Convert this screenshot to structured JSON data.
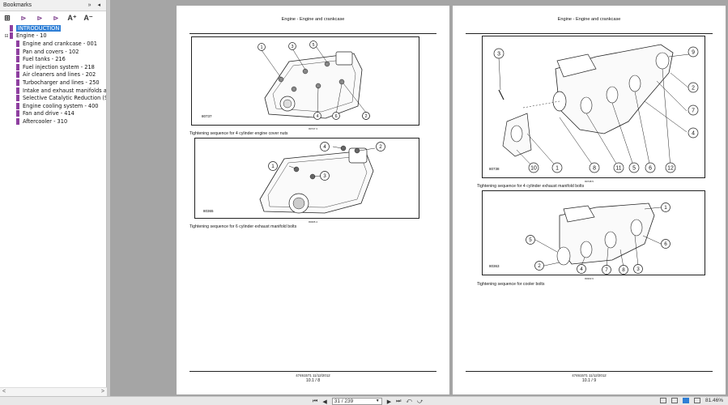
{
  "sidebar": {
    "title": "Bookmarks",
    "header_controls": "»  ◂",
    "tools": [
      "⊞",
      "⊳",
      "⊳",
      "⊳",
      "A⁺",
      "A⁻"
    ],
    "items": [
      {
        "label": "INTRODUCTION",
        "level": 0,
        "selected": true,
        "expander": ""
      },
      {
        "label": "Engine - 10",
        "level": 0,
        "selected": false,
        "expander": "⊟"
      },
      {
        "label": "Engine and crankcase - 001",
        "level": 1,
        "selected": false,
        "expander": ""
      },
      {
        "label": "Pan and covers - 102",
        "level": 1,
        "selected": false,
        "expander": ""
      },
      {
        "label": "Fuel tanks - 216",
        "level": 1,
        "selected": false,
        "expander": ""
      },
      {
        "label": "Fuel injection system - 218",
        "level": 1,
        "selected": false,
        "expander": ""
      },
      {
        "label": "Air cleaners and lines - 202",
        "level": 1,
        "selected": false,
        "expander": ""
      },
      {
        "label": "Turbocharger and lines - 250",
        "level": 1,
        "selected": false,
        "expander": ""
      },
      {
        "label": "Intake and exhaust manifolds and",
        "level": 1,
        "selected": false,
        "expander": ""
      },
      {
        "label": "Selective Catalytic Reduction (SCR",
        "level": 1,
        "selected": false,
        "expander": ""
      },
      {
        "label": "Engine cooling system - 400",
        "level": 1,
        "selected": false,
        "expander": ""
      },
      {
        "label": "Fan and drive - 414",
        "level": 1,
        "selected": false,
        "expander": ""
      },
      {
        "label": "Aftercooler - 310",
        "level": 1,
        "selected": false,
        "expander": ""
      }
    ],
    "scroll_left": "<",
    "scroll_right": ">"
  },
  "page_left": {
    "header": "Engine - Engine and crankcase",
    "figures": [
      {
        "id": "80737",
        "code": "80737  3",
        "caption": "Tightening sequence for 4 cylinder engine cover nuts",
        "callouts": [
          "1",
          "3",
          "5",
          "2",
          "4",
          "6",
          "2"
        ]
      },
      {
        "id": "80365",
        "code": "80365  4",
        "caption": "Tightening sequence for 6 cylinder exhaust manifold bolts",
        "callouts": [
          "4",
          "2",
          "1",
          "3"
        ]
      }
    ],
    "footer_code": "47461571 11/12/2012",
    "footer_page": "10.1 / 8"
  },
  "page_right": {
    "header": "Engine - Engine and crankcase",
    "figures": [
      {
        "id": "80738",
        "code": "80738  5",
        "caption": "Tightening sequence for 4 cylinder exhaust manifold bolts",
        "callouts": [
          "3",
          "9",
          "2",
          "7",
          "4",
          "10",
          "1",
          "8",
          "11",
          "5",
          "6",
          "12"
        ]
      },
      {
        "id": "80363",
        "code": "80363  6",
        "caption": "Tightening sequence for cooler bolts",
        "callouts": [
          "1",
          "5",
          "6",
          "2",
          "4",
          "7",
          "8",
          "3"
        ]
      }
    ],
    "footer_code": "47461571 11/12/2012",
    "footer_page": "10.1 / 9"
  },
  "statusbar": {
    "first": "⏮",
    "prev": "◀",
    "page_value": "31 / 239",
    "next": "▶",
    "last": "⏭",
    "back": "⤺",
    "forward": "⤻",
    "zoom": "81.46%"
  }
}
